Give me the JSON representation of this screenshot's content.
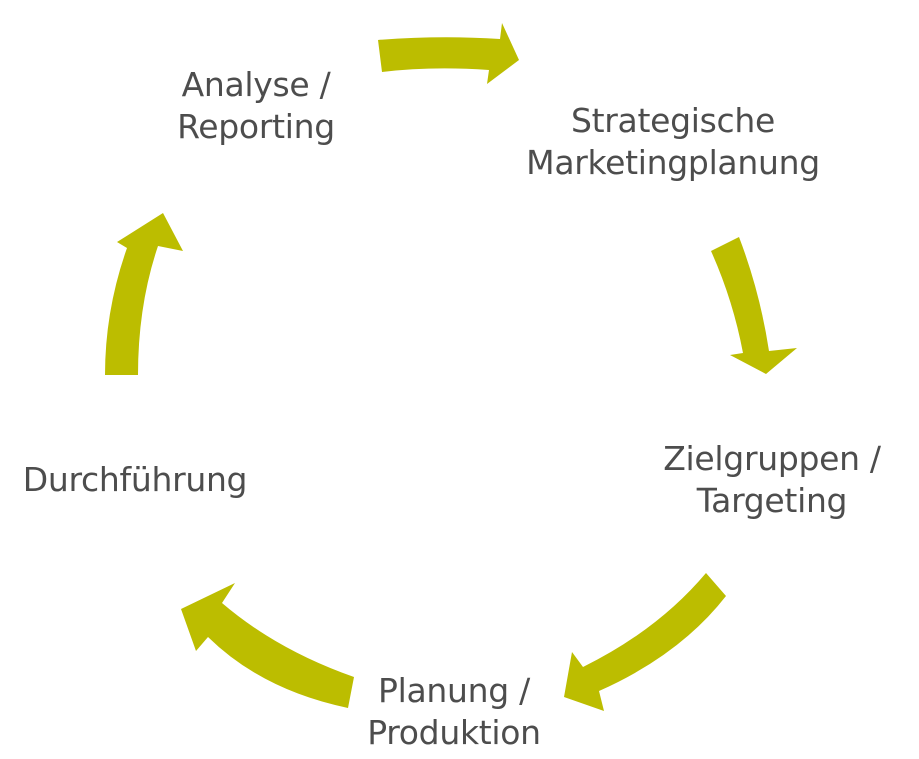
{
  "diagram": {
    "arrow_color": "#bcbd00",
    "text_color": "#4d4d4d",
    "steps": [
      {
        "lines": [
          "Analyse /",
          "Reporting"
        ]
      },
      {
        "lines": [
          "Strategische",
          "Marketingplanung"
        ]
      },
      {
        "lines": [
          "Zielgruppen /",
          "Targeting"
        ]
      },
      {
        "lines": [
          "Planung /",
          "Produktion"
        ]
      },
      {
        "lines": [
          "Durchführung"
        ]
      }
    ]
  }
}
